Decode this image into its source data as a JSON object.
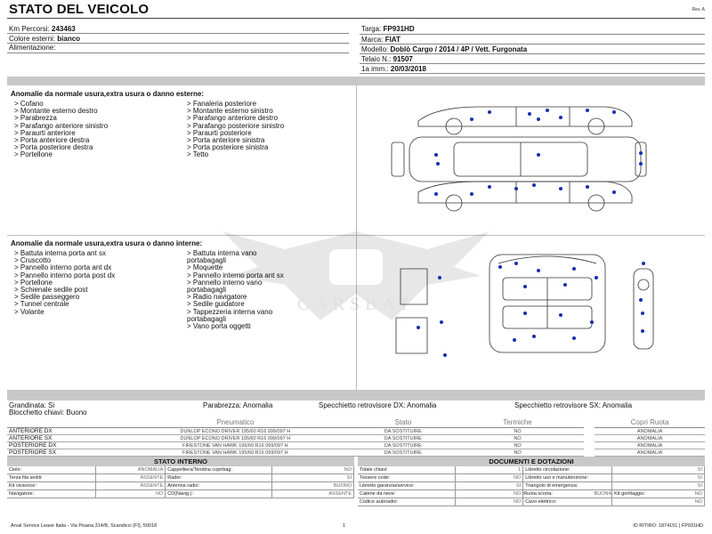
{
  "header": {
    "title": "STATO DEL VEICOLO",
    "rev": "Rev. A",
    "left": [
      {
        "label": "Km Percorsi:",
        "value": "243463"
      },
      {
        "label": "Colore esterni:",
        "value": "bianco"
      },
      {
        "label": "Alimentazione:",
        "value": ""
      }
    ],
    "right": [
      {
        "label": "Targa:",
        "value": "FP931HD"
      },
      {
        "label": "Marca:",
        "value": "FIAT"
      },
      {
        "label": "Modello:",
        "value": "Doblò Cargo / 2014 / 4P / Vett. Furgonata"
      },
      {
        "label": "Telaio N.:",
        "value": "91507"
      },
      {
        "label": "1a imm.:",
        "value": "20/03/2018"
      }
    ]
  },
  "external": {
    "title": "Anomalie da normale usura,extra usura o danno esterne:",
    "col1": [
      "> Cofano",
      "> Montante esterno destro",
      "> Parabrezza",
      "> Parafango anteriore sinistro",
      "> Paraurti anteriore",
      "> Porta anteriore destra",
      "> Porta posteriore destra",
      "> Portellone"
    ],
    "col2": [
      "> Fanaleria posteriore",
      "> Montante esterno sinistro",
      "> Parafango anteriore destro",
      "> Parafango posteriore sinistro",
      "> Paraurti posteriore",
      "> Porta anteriore sinistra",
      "> Porta posteriore sinistra",
      "> Tetto"
    ]
  },
  "internal": {
    "title": "Anomalie da normale usura,extra usura o danno interne:",
    "col1": [
      "> Battuta interna porta ant sx",
      "> Cruscotto",
      "> Pannello interno porta ant dx",
      "> Pannello interno porta post dx",
      "> Portellone",
      "> Schienale sedile post",
      "> Sedile passeggero",
      "> Tunnel centrale",
      "> Volante"
    ],
    "col2": [
      "> Battuta interna vano",
      "portabagagli",
      "> Moquette",
      "> Pannello interno porta ant sx",
      "> Pannello interno vano",
      "portabagagli",
      "> Radio navigatore",
      "> Sedile guidatore",
      "> Tappezzeria interna vano",
      "portabagagli",
      "> Vano porta oggetti"
    ]
  },
  "watermark": "CARSBAT",
  "status_line": {
    "grandinata": "Grandinata: Si",
    "parabrezza": "Parabrezza: Anomalia",
    "specchietto_dx": "Specchietto retrovisore DX: Anomalia",
    "specchietto_sx": "Specchietto retrovisore SX: Anomalia",
    "blocchetto": "Blocchetto chiavi: Buono"
  },
  "tyres": {
    "headers": {
      "pneumatico": "Pneumatico",
      "stato": "Stato",
      "termiche": "Termiche",
      "copri_ruota": "Copri Ruota"
    },
    "rows": [
      {
        "pos": "ANTERIORE DX",
        "tyre": "DUNLOP ECONO DRIVER 195/60 R16 099/097 H",
        "stato": "DA SOSTITUIRE",
        "termiche": "NO",
        "copri": "ANOMALIA"
      },
      {
        "pos": "ANTERIORE SX",
        "tyre": "DUNLOP ECONO DRIVER 195/60 R16 099/097 H",
        "stato": "DA SOSTITUIRE",
        "termiche": "NO",
        "copri": "ANOMALIA"
      },
      {
        "pos": "POSTERIORE DX",
        "tyre": "FIRESTONE VAN HAWK 195/60 R16 099/097 H",
        "stato": "DA SOSTITUIRE",
        "termiche": "NO",
        "copri": "ANOMALIA"
      },
      {
        "pos": "POSTERIORE SX",
        "tyre": "FIRESTONE VAN HAWK 195/60 R16 099/097 H",
        "stato": "DA SOSTITUIRE",
        "termiche": "NO",
        "copri": "ANOMALIA"
      }
    ]
  },
  "stato_interno": {
    "title": "STATO INTERNO",
    "rows": [
      [
        {
          "k": "Cielo:",
          "v": "ANOMALIA"
        },
        {
          "k": "Cappelliera/Tendina copribag:",
          "v": "NO"
        }
      ],
      [
        {
          "k": "Terza fila sedili:",
          "v": "ASSENTE"
        },
        {
          "k": "Radio:",
          "v": "SI"
        }
      ],
      [
        {
          "k": "Kit vivavoce:",
          "v": "ASSENTE"
        },
        {
          "k": "Antenna radio:",
          "v": "BUONO"
        }
      ],
      [
        {
          "k": "Navigatore:",
          "v": "NO"
        },
        {
          "k": "CD(Navig.):",
          "v": "ASSENTE"
        }
      ]
    ]
  },
  "documenti": {
    "title": "DOCUMENTI E DOTAZIONI",
    "rows": [
      [
        {
          "k": "Totale chiavi:",
          "v": "1"
        },
        {
          "k": "Libretto circolazione:",
          "v": "SI"
        }
      ],
      [
        {
          "k": "Tessere code:",
          "v": "NO"
        },
        {
          "k": "Libretto uso e manutenzione:",
          "v": "SI"
        }
      ],
      [
        {
          "k": "Libretto garanzia/service:",
          "v": "SI"
        },
        {
          "k": "Triangolo di emergenza:",
          "v": "SI"
        }
      ],
      [
        {
          "k": "Catene da neve:",
          "v": "NO"
        },
        {
          "k": "Ruota scorta:",
          "v": "BUONA"
        },
        {
          "k": "Kit gonfiaggio:",
          "v": "NO"
        }
      ],
      [
        {
          "k": "Codice autoradio:",
          "v": "NO"
        },
        {
          "k": "Cavo elettrico:",
          "v": "NO"
        }
      ]
    ]
  },
  "footer": {
    "company": "Arval Service Lease Italia - Via Pisana 314/B, Scandicci (FI), 50018",
    "page": "1",
    "id": "ID RITIRO: 1874151 | FP931HD"
  },
  "colors": {
    "dot": "#1a2fb0",
    "bar": "#c8c8c8"
  }
}
